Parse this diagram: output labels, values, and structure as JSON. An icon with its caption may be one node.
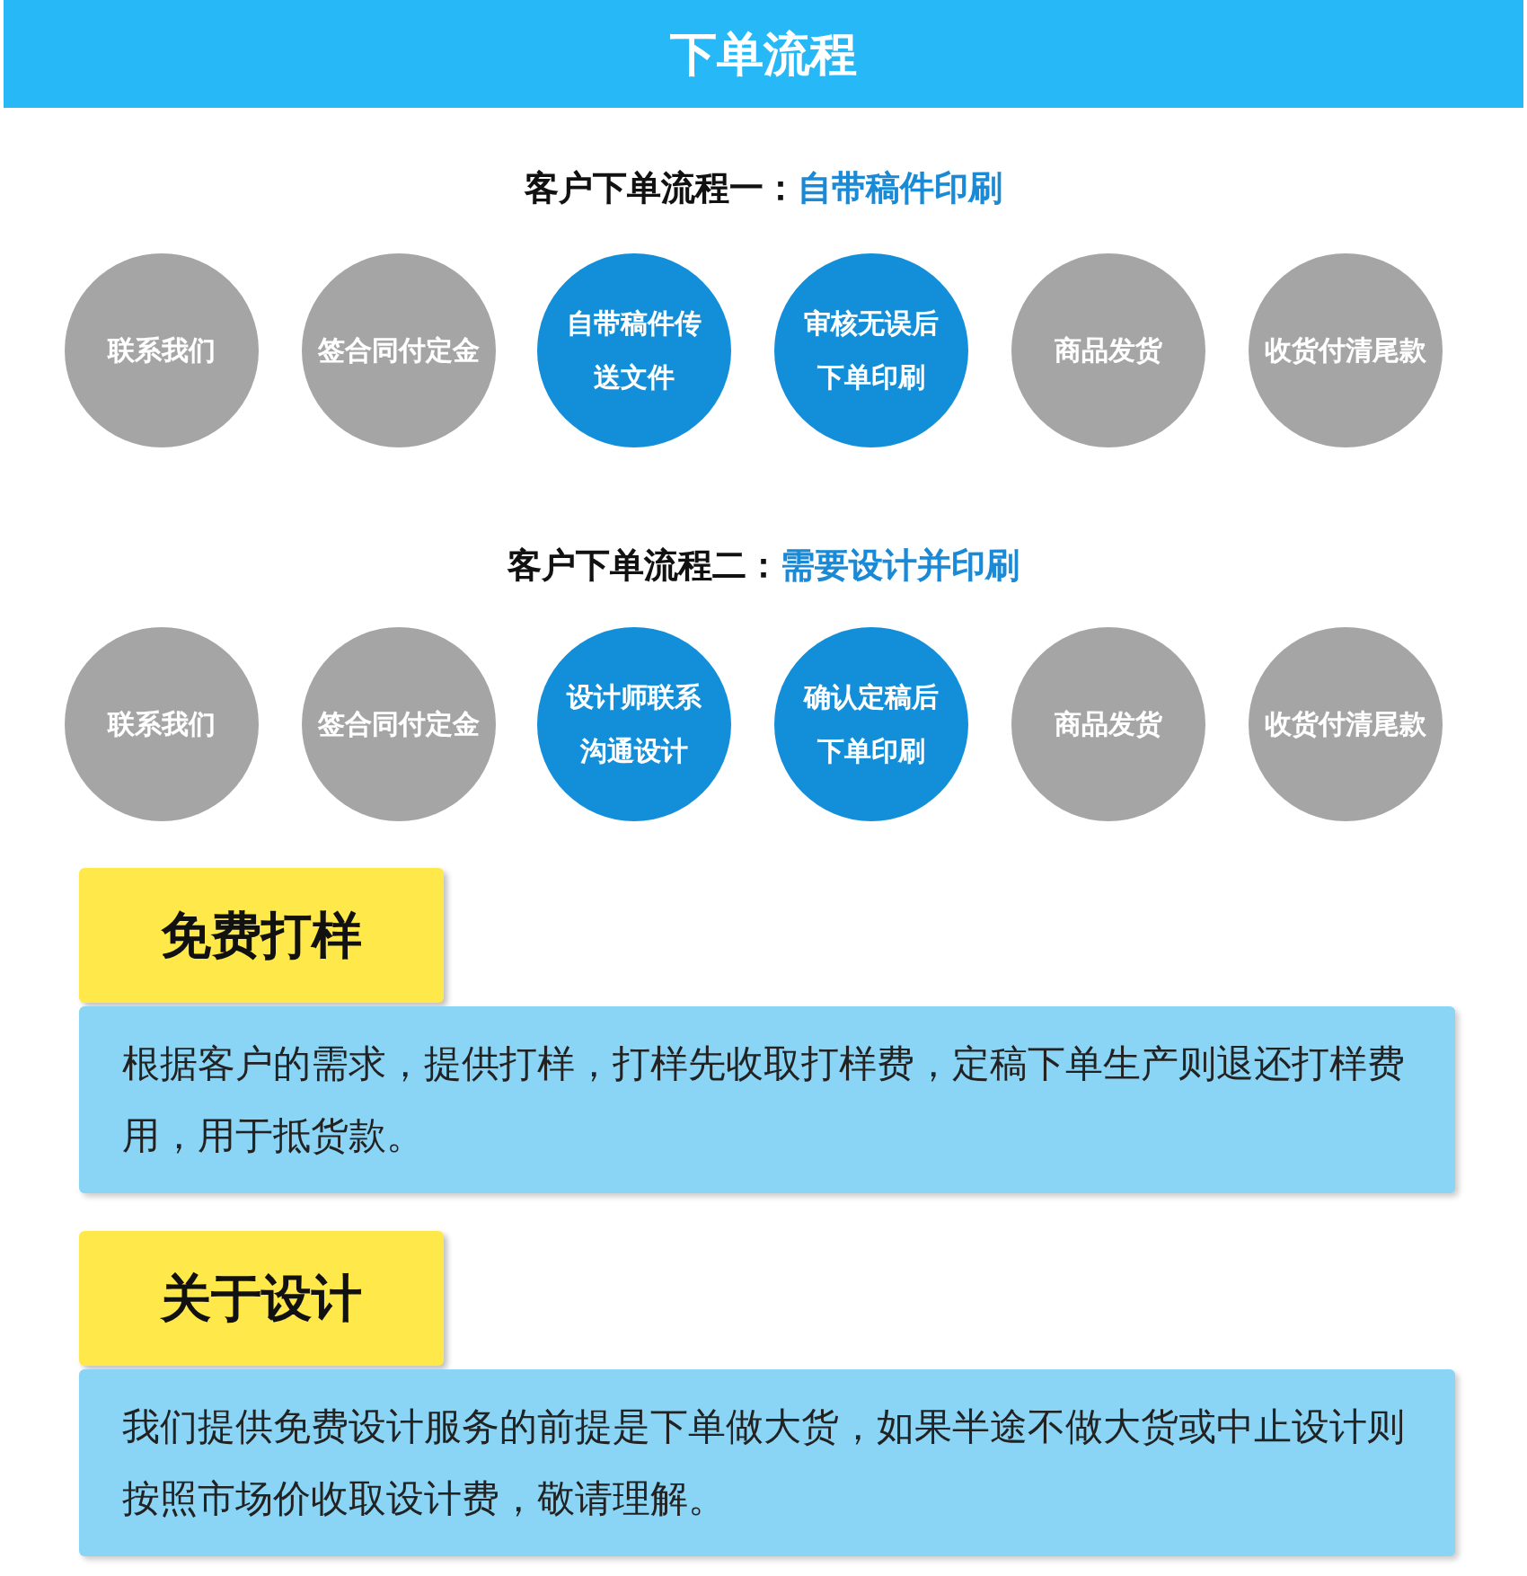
{
  "diagram": {
    "title": "下单流程",
    "nodes": [
      {
        "text": [
          "联系我们"
        ]
      },
      {
        "text": [
          "签合同付定金"
        ]
      },
      {
        "text": [
          "自带稿件传送文件"
        ]
      },
      {
        "text": [
          "审核无误后下单印刷"
        ]
      },
      {
        "text": [
          "商品发货"
        ]
      },
      {
        "text": [
          "收货付清尾款"
        ]
      },
      {
        "text": [
          "联系我们"
        ]
      },
      {
        "text": [
          "签合同付定金"
        ]
      },
      {
        "text": [
          "设计师联系沟通设计"
        ]
      },
      {
        "text": [
          "确认定稿后下单印刷"
        ]
      },
      {
        "text": [
          "商品发货"
        ]
      },
      {
        "text": [
          "收货付清尾款"
        ]
      },
      {
        "text": [
          "免费打样"
        ]
      },
      {
        "text": [
          "根据客户的需求，提供打样，打样先收取打样费，定稿下单生产则退还打样费用，用于抵货款。"
        ]
      },
      {
        "text": [
          "关于设计"
        ]
      },
      {
        "text": [
          "我们提供免费设计服务的前提是下单做大货，如果半途不做大货或中止设计则按照市场价收取设计费，敬请理解。"
        ]
      }
    ],
    "edges": [],
    "labels": [
      "客户下单流程一：",
      "自带稿件印刷",
      "客户下单流程二：",
      "需要设计并印刷"
    ]
  }
}
